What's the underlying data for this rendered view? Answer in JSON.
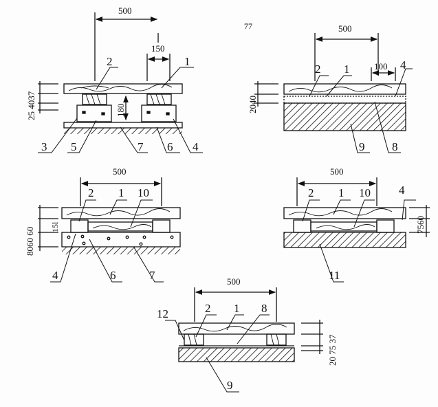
{
  "page_number": "77",
  "fig_a": {
    "dim_spacing": "500",
    "dim_joist": "150",
    "dim_height": "180",
    "dim_left": "25 4037",
    "labels": {
      "l1": "1",
      "l2": "2",
      "l3": "3",
      "l4": "4",
      "l5": "5",
      "l6": "6",
      "l7": "7"
    }
  },
  "fig_b": {
    "dim_spacing": "500",
    "dim_joist": "100",
    "dim_left": "2040",
    "labels": {
      "l1": "1",
      "l2": "2",
      "l4": "4",
      "l8": "8",
      "l9": "9"
    }
  },
  "fig_c": {
    "dim_spacing": "500",
    "dim_left": "8060 60",
    "dim_inner": "15l",
    "labels": {
      "l1": "1",
      "l2": "2",
      "l10": "10",
      "l4": "4",
      "l6": "6",
      "l7": "7"
    }
  },
  "fig_d": {
    "dim_spacing": "500",
    "dim_right": "7560",
    "labels": {
      "l1": "1",
      "l2": "2",
      "l10": "10",
      "l4": "4",
      "l11": "11"
    }
  },
  "fig_e": {
    "dim_spacing": "500",
    "dim_right": "20 75 37",
    "labels": {
      "l1": "1",
      "l2": "2",
      "l8": "8",
      "l12": "12",
      "l9": "9"
    }
  }
}
